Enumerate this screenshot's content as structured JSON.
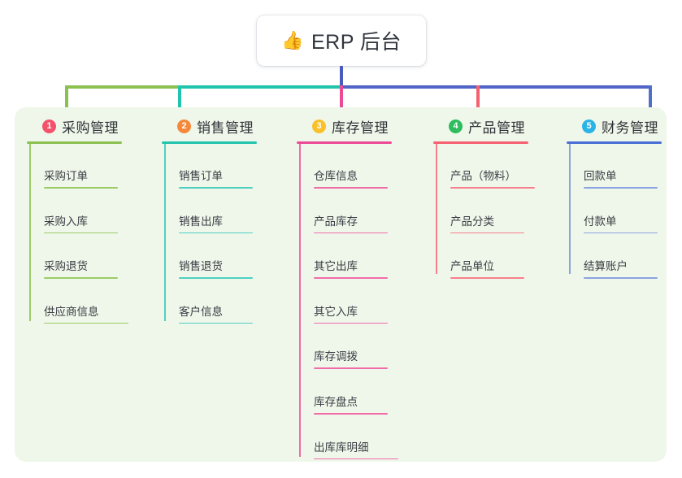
{
  "diagram": {
    "type": "mind-map",
    "root": {
      "label": "ERP 后台",
      "emoji": "👍",
      "emoji_name": "thumbs-up-icon"
    },
    "panel_color": "#eff7ea",
    "columns": [
      {
        "index": "1",
        "title": "采购管理",
        "badge_color": "#f2526a",
        "line_color": "#8cc152",
        "rule_color": "#8cc152",
        "items": [
          "采购订单",
          "采购入库",
          "采购退货",
          "供应商信息"
        ]
      },
      {
        "index": "2",
        "title": "销售管理",
        "badge_color": "#f5883a",
        "line_color": "#23c4ae",
        "rule_color": "#23c4ae",
        "items": [
          "销售订单",
          "销售出库",
          "销售退货",
          "客户信息"
        ]
      },
      {
        "index": "3",
        "title": "库存管理",
        "badge_color": "#f9c02c",
        "line_color": "#ec4a96",
        "rule_color": "#ec4a96",
        "items": [
          "仓库信息",
          "产品库存",
          "其它出库",
          "其它入库",
          "库存调拨",
          "库存盘点",
          "出库库明细"
        ]
      },
      {
        "index": "4",
        "title": "产品管理",
        "badge_color": "#2dbd5e",
        "line_color": "#f5616f",
        "rule_color": "#f5616f",
        "items": [
          "产品（物料）",
          "产品分类",
          "产品单位"
        ]
      },
      {
        "index": "5",
        "title": "财务管理",
        "badge_color": "#2bb3e8",
        "line_color": "#5070c8",
        "rule_color": "#4a6fd4",
        "items": [
          "回款单",
          "付款单",
          "结算账户"
        ]
      }
    ],
    "connectors": {
      "root_stem_color": "#4a5bc0",
      "segments": [
        {
          "name": "green-segment",
          "color": "#8cc152"
        },
        {
          "name": "teal-segment",
          "color": "#23c4ae"
        },
        {
          "name": "blue-segment",
          "color": "#5164c8"
        }
      ]
    }
  }
}
